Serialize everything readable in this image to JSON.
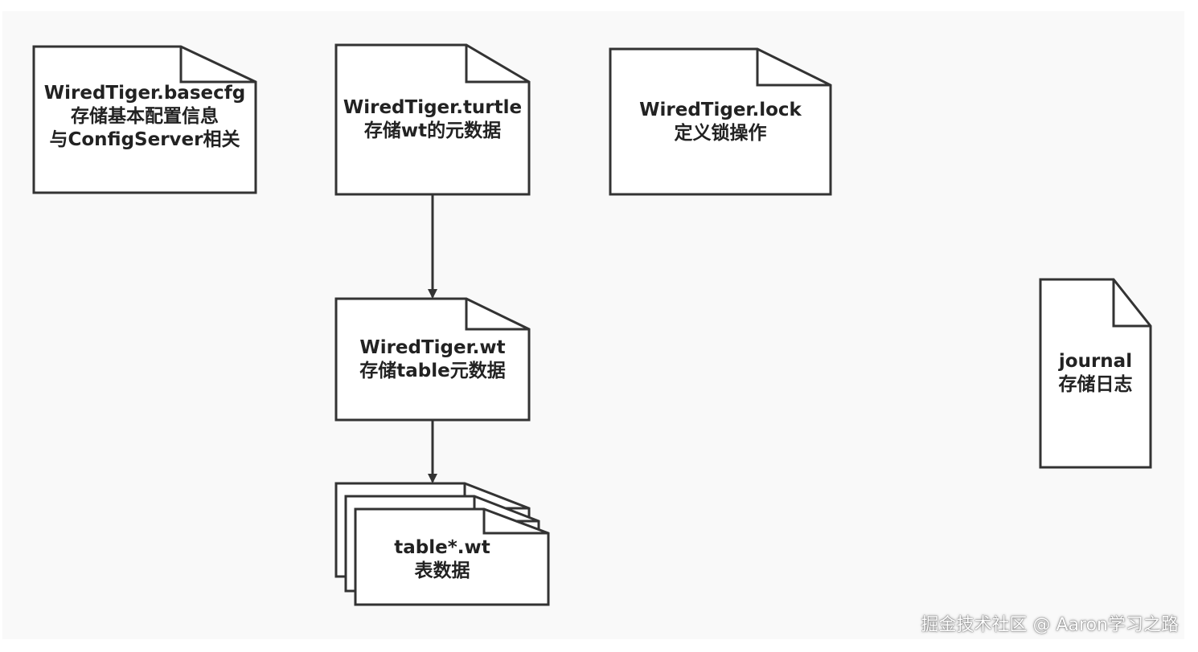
{
  "docs": {
    "basecfg": {
      "line1": "WiredTiger.basecfg",
      "line2": "存储基本配置信息",
      "line3": "与ConfigServer相关"
    },
    "turtle": {
      "line1": "WiredTiger.turtle",
      "line2": "存储wt的元数据"
    },
    "lock": {
      "line1": "WiredTiger.lock",
      "line2": "定义锁操作"
    },
    "wt": {
      "line1": "WiredTiger.wt",
      "line2": "存储table元数据"
    },
    "tables": {
      "line1": "table*.wt",
      "line2": "表数据"
    },
    "journal": {
      "line1": "journal",
      "line2": "存储日志"
    }
  },
  "watermark": "掘金技术社区 @ Aaron学习之路",
  "colors": {
    "stroke": "#333333",
    "fill": "#ffffff",
    "background": "#f9f9f9",
    "text": "#222222"
  }
}
